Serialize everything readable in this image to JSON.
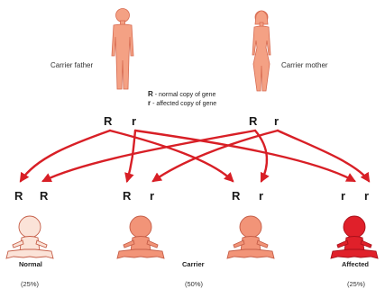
{
  "parents": {
    "father_label": "Carrier father",
    "mother_label": "Carrier mother",
    "father_alleles": [
      "R",
      "r"
    ],
    "mother_alleles": [
      "R",
      "r"
    ]
  },
  "legend": {
    "R_symbol": "R",
    "R_text": " - normal copy of gene",
    "r_symbol": "r",
    "r_text": " - affected copy of gene"
  },
  "offspring": [
    {
      "alleles": [
        "R",
        "R"
      ],
      "status": "normal"
    },
    {
      "alleles": [
        "R",
        "r"
      ],
      "status": "carrier"
    },
    {
      "alleles": [
        "R",
        "r"
      ],
      "status": "carrier"
    },
    {
      "alleles": [
        "r",
        "r"
      ],
      "status": "affected"
    }
  ],
  "captions": {
    "normal": "Normal",
    "normal_pct": "(25%)",
    "carrier": "Carrier",
    "carrier_pct": "(50%)",
    "affected": "Affected",
    "affected_pct": "(25%)"
  },
  "colors": {
    "parent_body": "#f4a184",
    "parent_outline": "#d76a50",
    "arrow": "#d81f26",
    "baby_normal": "#fbe3d8",
    "baby_carrier": "#f29478",
    "baby_affected": "#e0202a"
  }
}
